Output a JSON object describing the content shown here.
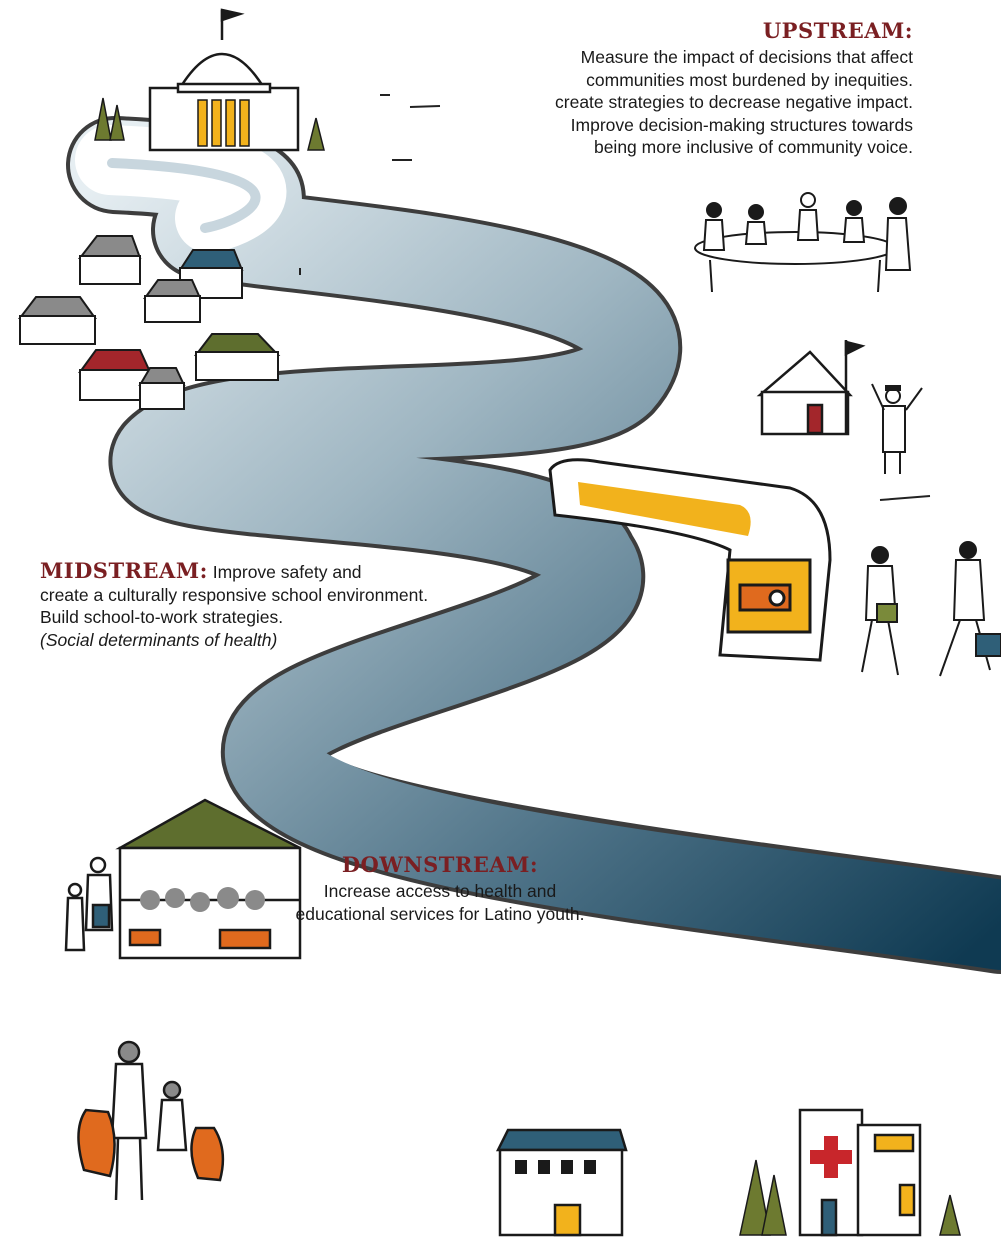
{
  "upstream": {
    "heading": "UPSTREAM:",
    "lines": [
      "Measure the impact of decisions that affect",
      "communities most burdened by inequities.",
      "create strategies to decrease negative impact.",
      "Improve decision-making structures towards",
      "being more inclusive of community voice."
    ]
  },
  "midstream": {
    "heading": "MIDSTREAM:",
    "first_line": "Improve safety and",
    "lines": [
      "create a culturally responsive school environment.",
      "Build school-to-work strategies."
    ],
    "note": "(Social determinants of health)"
  },
  "downstream": {
    "heading": "DOWNSTREAM:",
    "lines": [
      "Increase access to health and",
      "educational services for Latino youth."
    ]
  },
  "colors": {
    "heading": "#7a1f22",
    "river_light": "#dce6ec",
    "river_dark": "#0f3a52",
    "accent_yellow": "#f2b21c",
    "accent_orange": "#e06a1e",
    "roof_red": "#a3262b",
    "roof_blue": "#2f5f78",
    "roof_green": "#5e6e2e",
    "tree_green": "#6d7a30"
  },
  "icons": [
    "capitol-building-icon",
    "pine-tree-icon",
    "house-cluster-icon",
    "meeting-table-icon",
    "school-building-icon",
    "graduates-icon",
    "bus-icon",
    "walking-student-icon",
    "market-stall-icon",
    "parent-child-icon",
    "clinic-building-icon",
    "hospital-icon"
  ]
}
